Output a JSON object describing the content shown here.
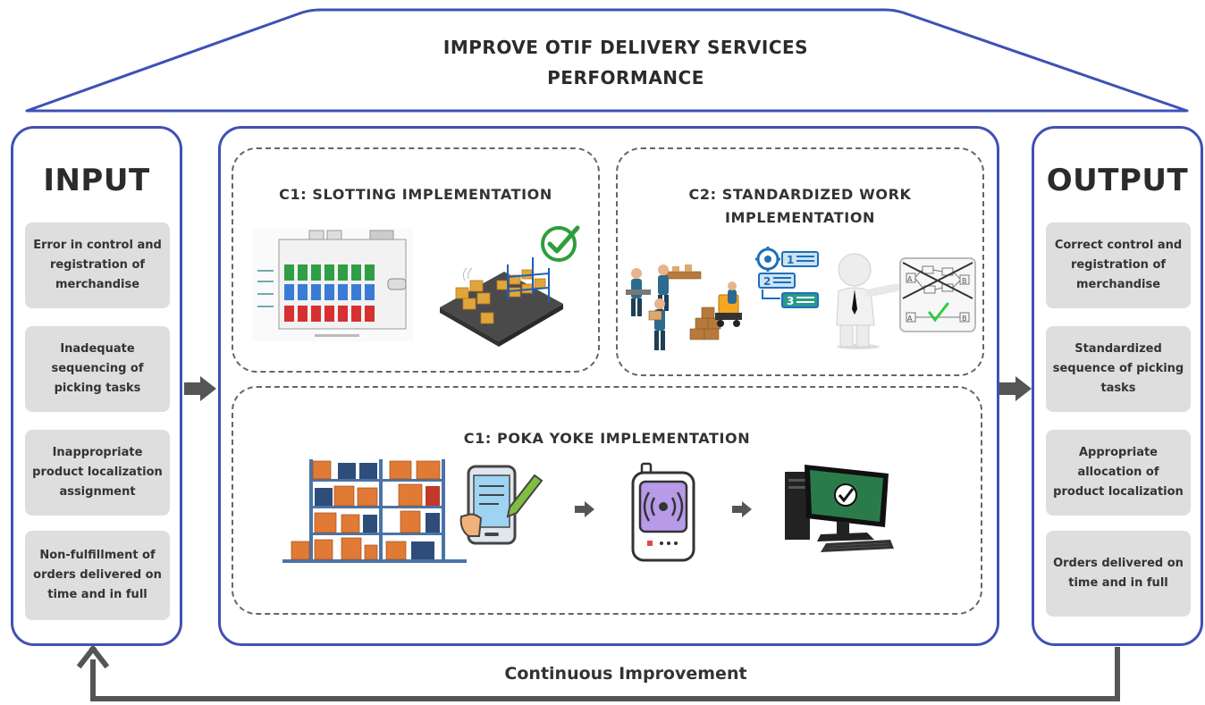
{
  "header": {
    "line1": "IMPROVE OTIF DELIVERY SERVICES",
    "line2": "PERFORMANCE"
  },
  "input": {
    "title": "INPUT",
    "items": [
      "Error in control and registration of merchandise",
      "Inadequate sequencing of picking tasks",
      "Inappropriate product localization assignment",
      "Non-fulfillment of orders delivered on time and in full"
    ]
  },
  "output": {
    "title": "OUTPUT",
    "items": [
      "Correct control and registration of merchandise",
      "Standardized sequence of picking tasks",
      "Appropriate allocation of product localization",
      "Orders delivered on time and in full"
    ]
  },
  "components": {
    "c1_slotting": "C1: SLOTTING IMPLEMENTATION",
    "c2_standardized_line1": "C2: STANDARDIZED WORK",
    "c2_standardized_line2": "IMPLEMENTATION",
    "c1_pokayoke": "C1: POKA YOKE IMPLEMENTATION"
  },
  "footer": {
    "label": "Continuous Improvement"
  },
  "colors": {
    "frame": "#3f51b5",
    "card": "#dedede",
    "arrow": "#555555",
    "accent_green": "#2e9e3a"
  }
}
